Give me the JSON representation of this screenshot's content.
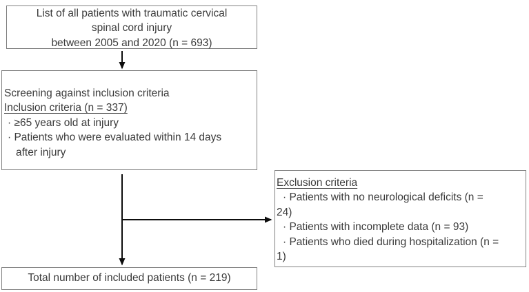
{
  "figure": {
    "boxes": {
      "cohort": {
        "lines": [
          "List of all patients with traumatic cervical",
          "spinal cord injury",
          "between 2005 and 2020 (n = 693)"
        ]
      },
      "screening": {
        "title": "Screening against inclusion criteria",
        "subtitle_underlined": "Inclusion criteria (n = 337)",
        "bullet_1": "· ≥65 years old at injury",
        "bullet_2": "· Patients who were evaluated within 14 days",
        "bullet_2_continuation": "after injury"
      },
      "exclusion": {
        "title_underlined": "Exclusion criteria",
        "bullet_1": "· Patients with no neurological deficits (n =",
        "bullet_1_continuation": "24)",
        "bullet_2": "· Patients with incomplete data (n = 93)",
        "bullet_3": "· Patients who died during hospitalization (n =",
        "bullet_3_continuation": "1)"
      },
      "total": {
        "line": "Total number of included patients (n = 219)"
      }
    },
    "style": {
      "box_border_color": "#7f7f7f",
      "text_color": "#3a3a3a",
      "arrow_color": "#0d0d0d",
      "bullet_char": "·"
    }
  }
}
